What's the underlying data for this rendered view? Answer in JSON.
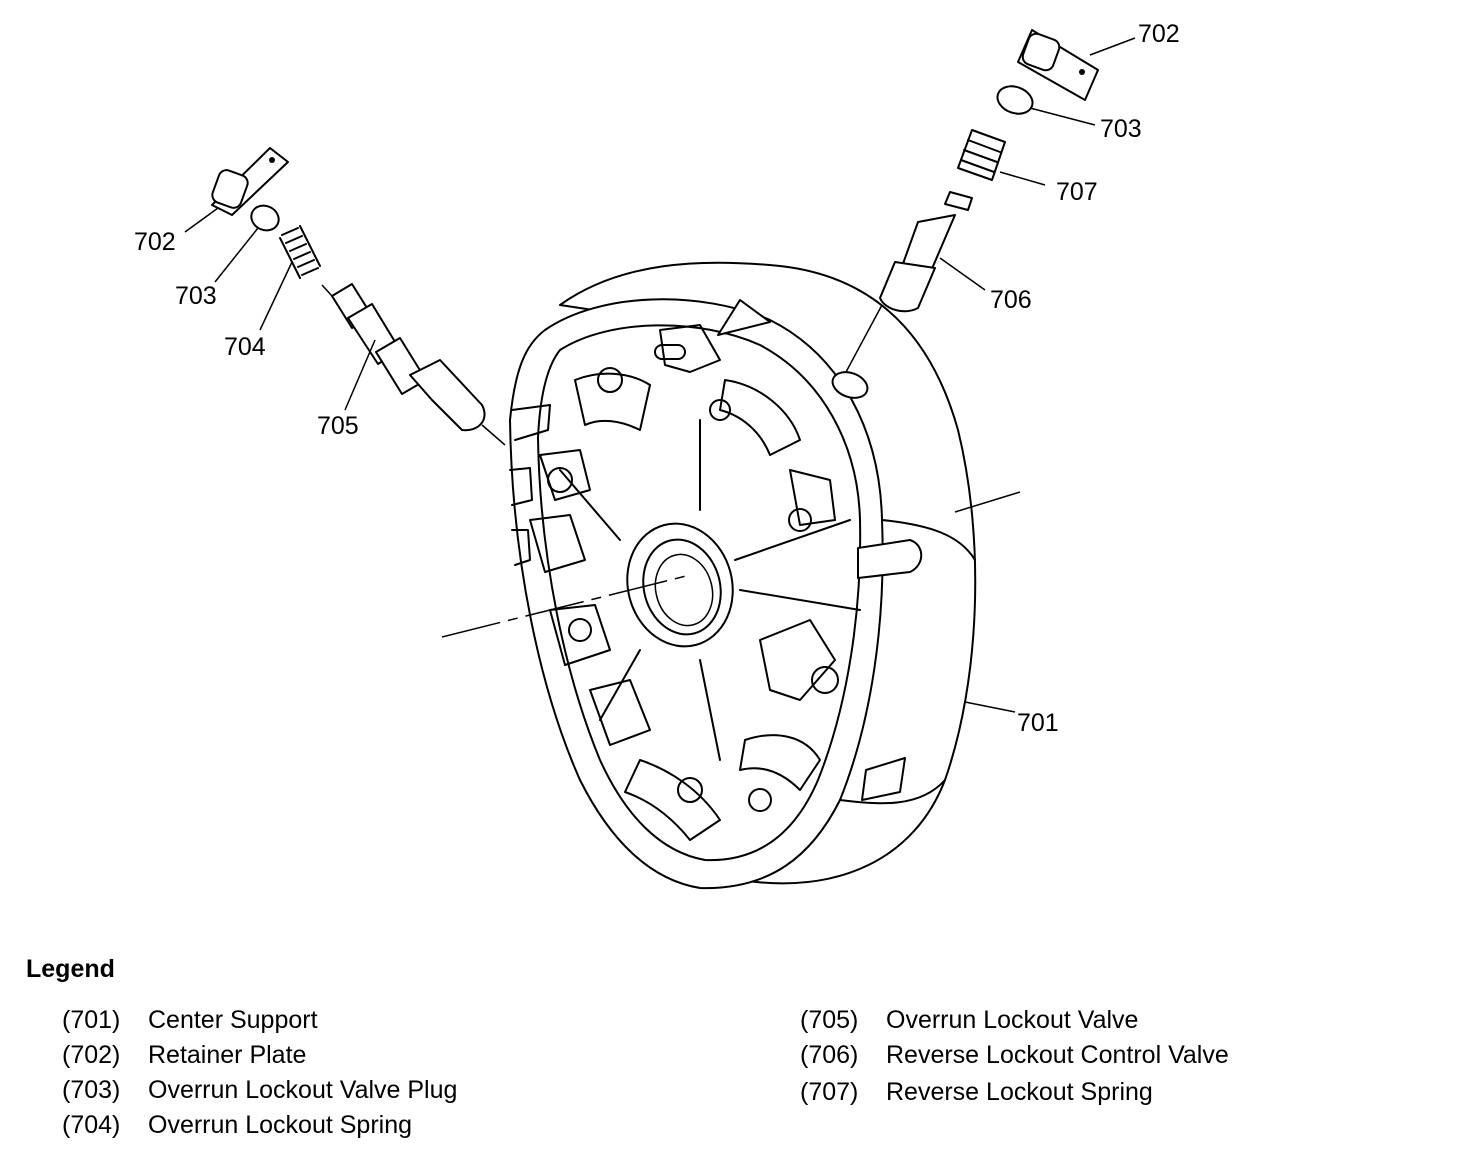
{
  "figure_id": "178686",
  "callouts": {
    "c701": "701",
    "c702_left": "702",
    "c703_left": "703",
    "c704": "704",
    "c705": "705",
    "c702_right": "702",
    "c703_right": "703",
    "c707": "707",
    "c706": "706"
  },
  "legend": {
    "title": "Legend",
    "items": [
      {
        "num": "(701)",
        "label": "Center Support"
      },
      {
        "num": "(702)",
        "label": "Retainer Plate"
      },
      {
        "num": "(703)",
        "label": "Overrun Lockout Valve Plug"
      },
      {
        "num": "(704)",
        "label": "Overrun Lockout Spring"
      },
      {
        "num": "(705)",
        "label": "Overrun Lockout Valve"
      },
      {
        "num": "(706)",
        "label": "Reverse Lockout Control Valve"
      },
      {
        "num": "(707)",
        "label": "Reverse Lockout Spring"
      }
    ]
  }
}
